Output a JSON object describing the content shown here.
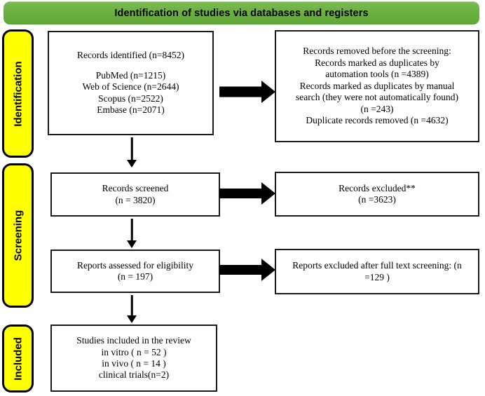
{
  "header": {
    "title": "Identification of studies via databases and registers",
    "color": "#6cb141"
  },
  "stages": [
    {
      "name": "identification",
      "label": "Identification",
      "color": "#ffff00"
    },
    {
      "name": "screening",
      "label": "Screening",
      "color": "#ffff00"
    },
    {
      "name": "included",
      "label": "Included",
      "color": "#ffff00"
    }
  ],
  "boxes": {
    "records_identified": {
      "lines": [
        "Records identified (n=8452)",
        "PubMed (n=1215)",
        "Web of Science (n=2644)",
        "Scopus (n=2522)",
        "Embase (n=2071)"
      ]
    },
    "records_removed": {
      "lines": [
        "Records removed before the screening:",
        "Records marked as duplicates by",
        "automation tools (n =4389)",
        "Records marked as duplicates by manual",
        "search (they were not automatically found)",
        "(n =243)",
        "Duplicate records removed (n =4632)"
      ]
    },
    "records_screened": {
      "lines": [
        "Records screened",
        "(n = 3820)"
      ]
    },
    "records_excluded": {
      "lines": [
        "Records excluded**",
        "(n =3623)"
      ]
    },
    "reports_assessed": {
      "lines": [
        "Reports assessed for eligibility",
        "(n = 197)"
      ]
    },
    "reports_excluded": {
      "lines": [
        "Reports excluded after full text screening: (n",
        "=129 )"
      ]
    },
    "studies_included": {
      "lines": [
        "Studies included in the review",
        "in vitro ( n = 52 )",
        "in vivo ( n = 14 )",
        "clinical trials(n=2)"
      ]
    }
  },
  "chart_data": {
    "type": "diagram",
    "title": "Identification of studies via databases and registers",
    "nodes": [
      {
        "id": "records_identified",
        "stage": "Identification",
        "column": "left",
        "total": 8452,
        "sources": [
          {
            "name": "PubMed",
            "n": 1215
          },
          {
            "name": "Web of Science",
            "n": 2644
          },
          {
            "name": "Scopus",
            "n": 2522
          },
          {
            "name": "Embase",
            "n": 2071
          }
        ]
      },
      {
        "id": "records_removed",
        "stage": "Identification",
        "column": "right",
        "items": [
          {
            "name": "Records marked as duplicates by automation tools",
            "n": 4389
          },
          {
            "name": "Records marked as duplicates by manual search (they were not automatically found)",
            "n": 243
          },
          {
            "name": "Duplicate records removed",
            "n": 4632
          }
        ]
      },
      {
        "id": "records_screened",
        "stage": "Screening",
        "column": "left",
        "n": 3820
      },
      {
        "id": "records_excluded",
        "stage": "Screening",
        "column": "right",
        "n": 3623
      },
      {
        "id": "reports_assessed",
        "stage": "Screening",
        "column": "left",
        "n": 197
      },
      {
        "id": "reports_excluded",
        "stage": "Screening",
        "column": "right",
        "n": 129
      },
      {
        "id": "studies_included",
        "stage": "Included",
        "column": "left",
        "items": [
          {
            "name": "in vitro",
            "n": 52
          },
          {
            "name": "in vivo",
            "n": 14
          },
          {
            "name": "clinical trials",
            "n": 2
          }
        ]
      }
    ],
    "edges": [
      {
        "from": "records_identified",
        "to": "records_removed",
        "direction": "right"
      },
      {
        "from": "records_identified",
        "to": "records_screened",
        "direction": "down"
      },
      {
        "from": "records_screened",
        "to": "records_excluded",
        "direction": "right"
      },
      {
        "from": "records_screened",
        "to": "reports_assessed",
        "direction": "down"
      },
      {
        "from": "reports_assessed",
        "to": "reports_excluded",
        "direction": "right"
      },
      {
        "from": "reports_assessed",
        "to": "studies_included",
        "direction": "down"
      }
    ]
  }
}
